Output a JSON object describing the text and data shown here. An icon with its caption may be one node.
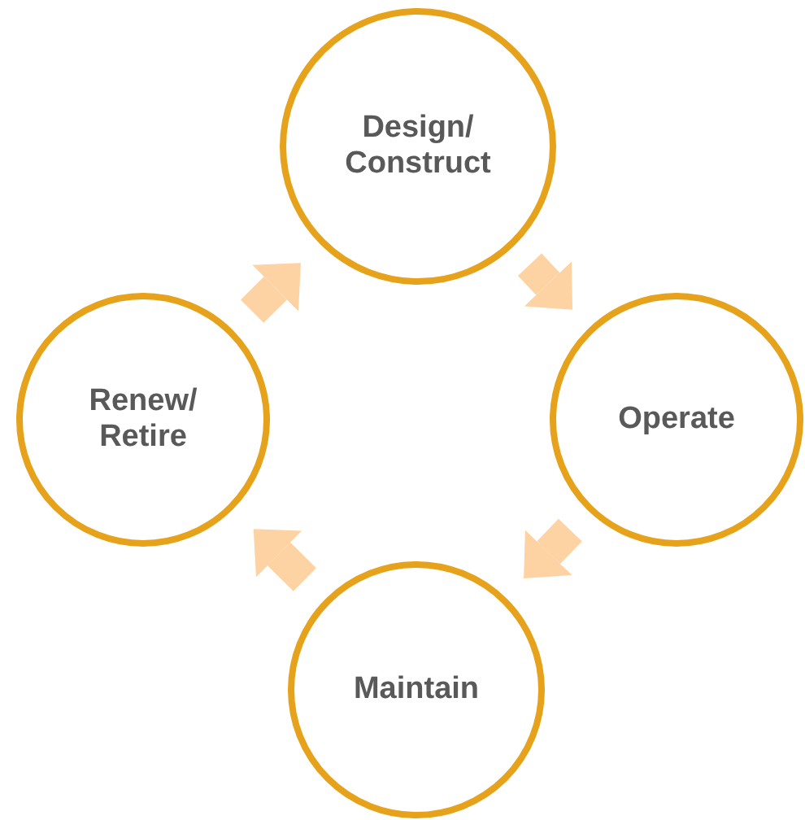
{
  "diagram": {
    "nodes": [
      {
        "text": [
          "Design/ Construct"
        ]
      },
      {
        "text": [
          "Operate"
        ]
      },
      {
        "text": [
          "Maintain"
        ]
      },
      {
        "text": [
          "Renew/ Retire"
        ]
      }
    ],
    "edges": [
      {
        "from": 0,
        "to": 1,
        "arrow": "to"
      },
      {
        "from": 1,
        "to": 2,
        "arrow": "to"
      },
      {
        "from": 2,
        "to": 3,
        "arrow": "to"
      },
      {
        "from": 3,
        "to": 0,
        "arrow": "to"
      }
    ]
  }
}
